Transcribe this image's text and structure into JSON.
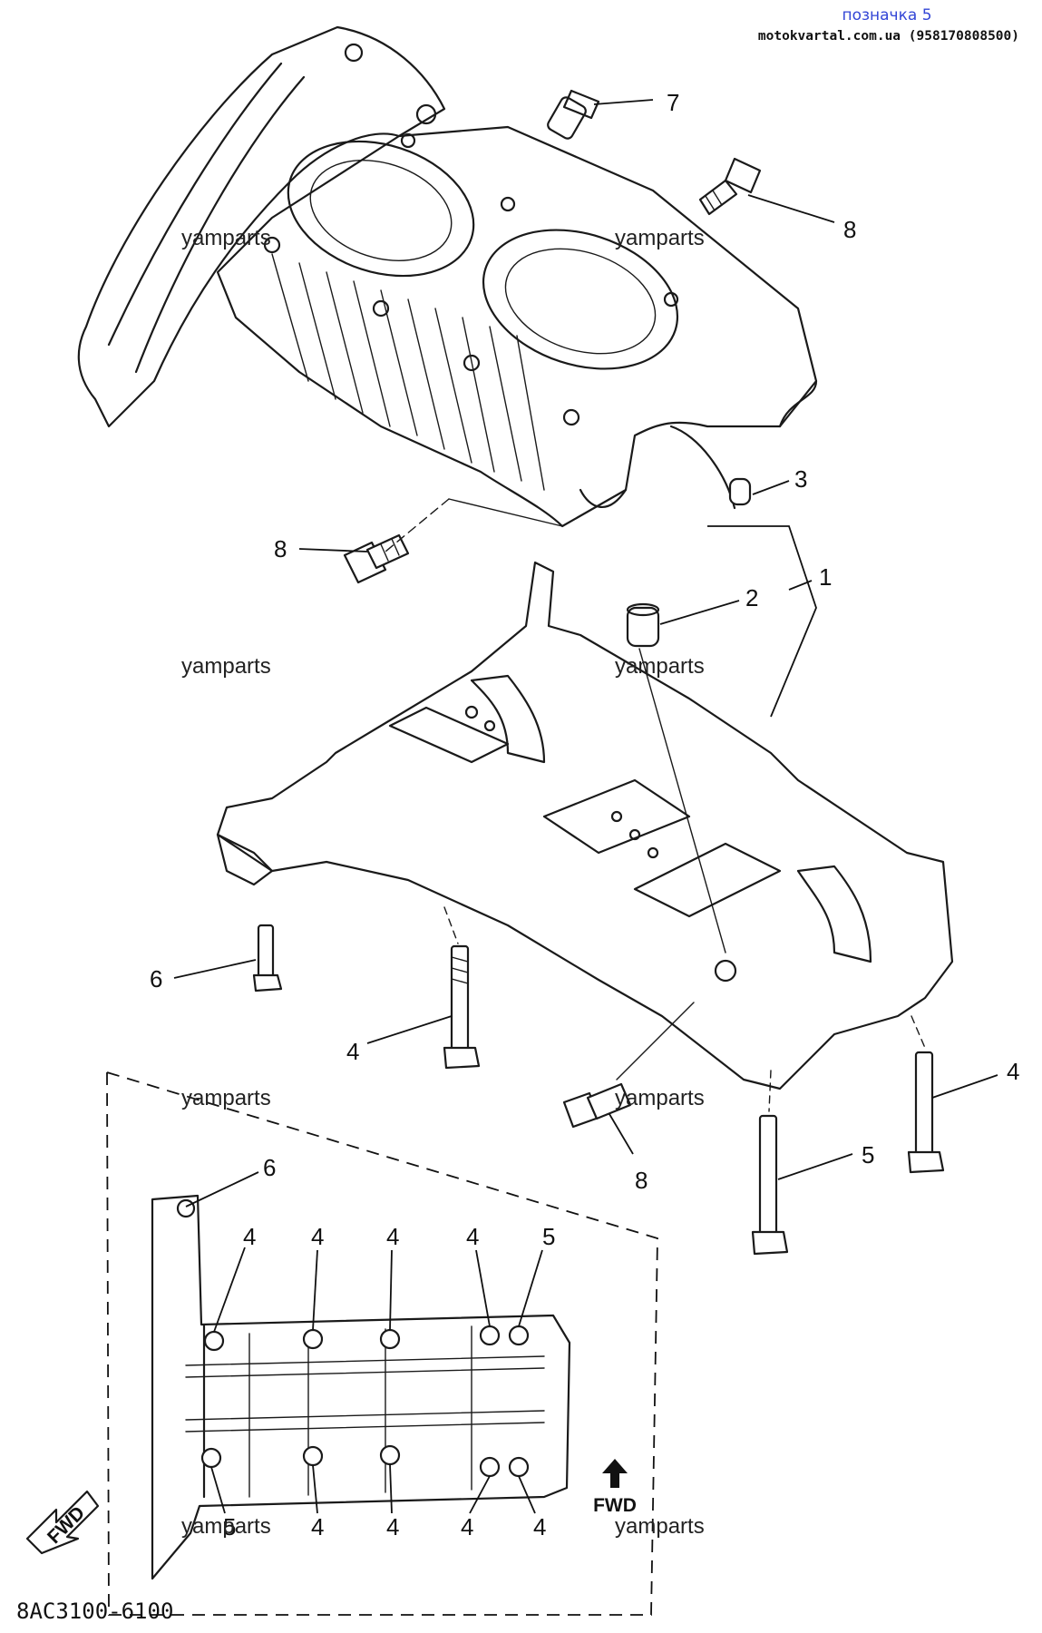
{
  "header": {
    "label": "позначка 5",
    "source": "motokvartal.com.ua (958170808500)"
  },
  "watermarks": [
    "yamparts",
    "yamparts",
    "yamparts",
    "yamparts",
    "yamparts",
    "yamparts",
    "yamparts",
    "yamparts"
  ],
  "callouts": {
    "top": [
      "7",
      "8",
      "3",
      "8",
      "2",
      "1"
    ],
    "lower": [
      "6",
      "4",
      "8",
      "5",
      "4"
    ],
    "inset_top": [
      "6",
      "4",
      "4",
      "4",
      "4",
      "5"
    ],
    "inset_bottom": [
      "5",
      "4",
      "4",
      "4",
      "4"
    ]
  },
  "fwd_label": "FWD",
  "fwd_arrow_text": "FWD",
  "diagram_code": "8AC3100-6100",
  "colors": {
    "ink": "#1a1a1a",
    "header_label": "#3346d6",
    "background": "#ffffff"
  }
}
